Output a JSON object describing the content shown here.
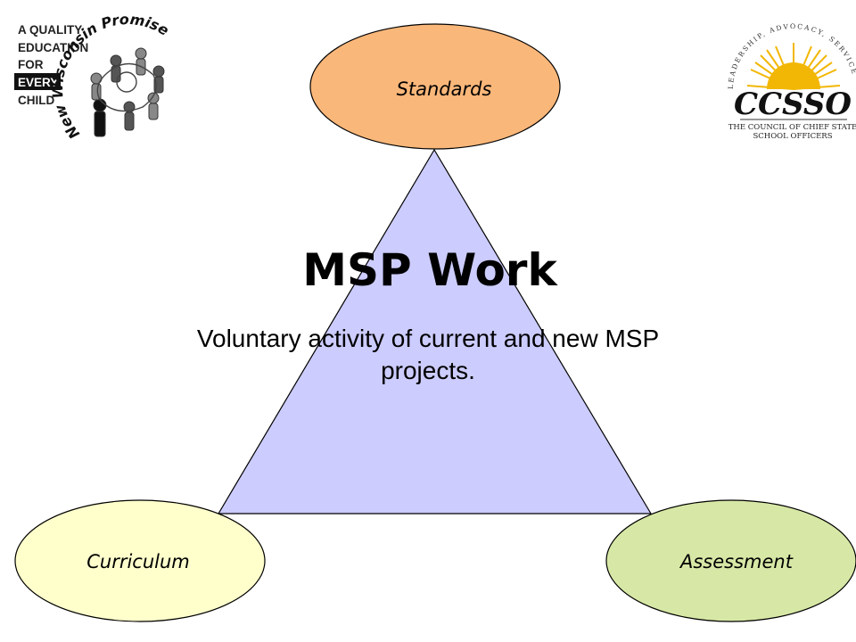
{
  "slide": {
    "title": "MSP Work",
    "subtitle_line1": "Voluntary activity of current and new MSP",
    "subtitle_line2": "projects."
  },
  "diagram": {
    "top_node": {
      "label": "Standards",
      "color": "#FAB77A"
    },
    "left_node": {
      "label": "Curriculum",
      "color": "#FFFFCC"
    },
    "right_node": {
      "label": "Assessment",
      "color": "#D7E8A6"
    },
    "triangle_color": "#CCCCFF"
  },
  "logo_wisconsin": {
    "line1": "A QUALITY",
    "line2": "EDUCATION",
    "line3": "FOR",
    "line4": "EVERY",
    "line5": "CHILD",
    "arc_text": "New Wisconsin Promise"
  },
  "logo_ccsso": {
    "acronym": "CCSSO",
    "sub_line1": "THE COUNCIL OF CHIEF STATE",
    "sub_line2": "SCHOOL OFFICERS",
    "arc_text": "LEADERSHIP, ADVOCACY, SERVICE",
    "sun_color": "#F2B705"
  }
}
